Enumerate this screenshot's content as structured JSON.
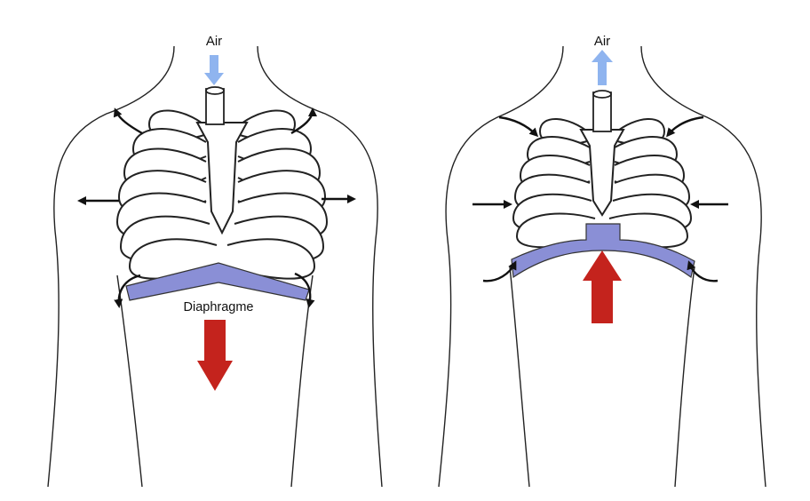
{
  "labels": {
    "air_left": "Air",
    "air_right": "Air",
    "diaphragm": "Diaphragme"
  },
  "colors": {
    "air_arrow": "#8fb4ef",
    "muscle_arrow": "#c4231d",
    "diaphragm": "#8a8fd6",
    "outline": "#222222",
    "motion_arrow": "#111111"
  },
  "icons": {
    "air_in": "air-inflow-arrow-icon",
    "air_out": "air-outflow-arrow-icon",
    "diaphragm_down": "diaphragm-down-arrow-icon",
    "diaphragm_up": "diaphragm-up-arrow-icon"
  }
}
